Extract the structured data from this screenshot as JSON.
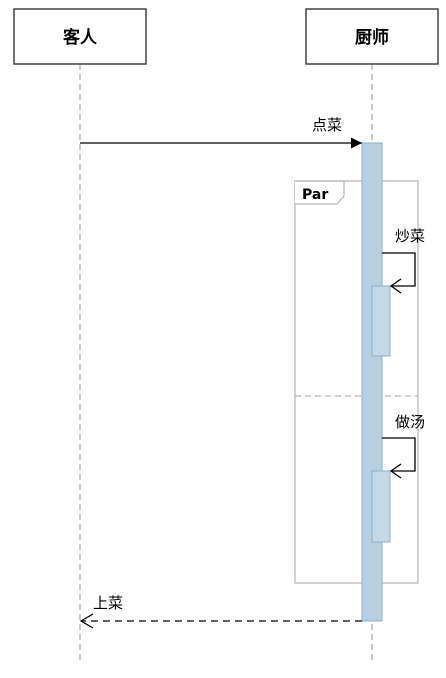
{
  "participants": {
    "guest": "客人",
    "chef": "厨师"
  },
  "messages": {
    "order": "点菜",
    "stir_fry": "炒菜",
    "make_soup": "做汤",
    "serve": "上菜"
  },
  "fragment": {
    "operator": "Par"
  },
  "colors": {
    "activation_fill": "#b6cfe2",
    "activation_stroke": "#8eb0cc",
    "frame_stroke": "#b4b4b4",
    "lifeline_stroke": "#a8a8a8"
  }
}
